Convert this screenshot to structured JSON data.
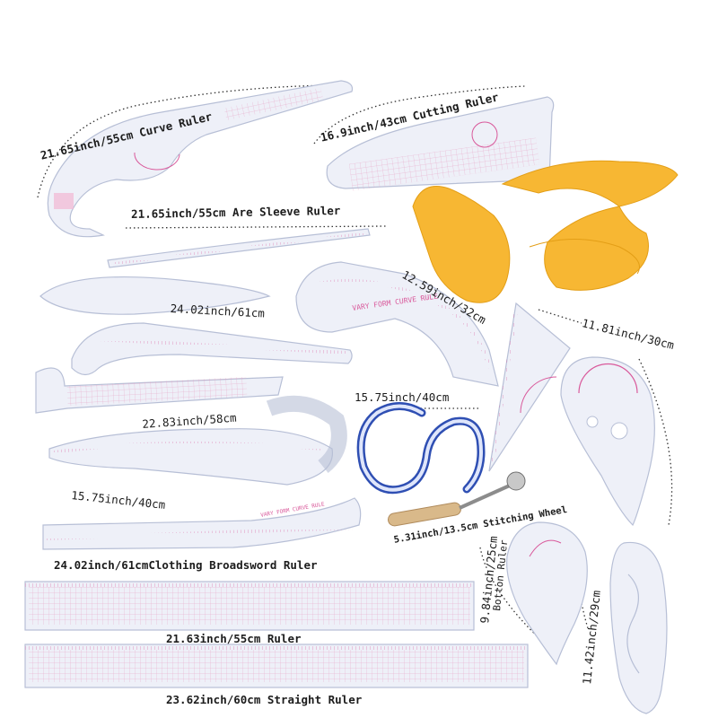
{
  "colors": {
    "background": "#ffffff",
    "ruler_fill": "#eef0f8",
    "ruler_edge": "#b7bfd6",
    "ruler_marks": "#d9599b",
    "french_curve": "#f7b733",
    "flex_curve_blue": "#2f4fb3",
    "dotted_guide": "#333333"
  },
  "labels": {
    "curve_ruler": "21.65inch/55cm  Curve Ruler",
    "cutting_ruler": "16.9inch/43cm Cutting Ruler",
    "sleeve_ruler": "21.65inch/55cm Are Sleeve Ruler",
    "vary_form_32": "12.59inch/32cm",
    "vary_form_61": "24.02inch/61cm",
    "triangle_30": "11.81inch/30cm",
    "l_ruler_58": "22.83inch/58cm",
    "flex_curve": "15.75inch/40cm",
    "curve_40": "15.75inch/40cm",
    "stitching_wheel": "5.31inch/13.5cm Stitching Wheel",
    "broadsword": "24.02inch/61cmClothing Broadsword Ruler",
    "bottom_ruler": "9.84inch/25cm",
    "bottom_ruler_name": "Botton Ruler",
    "drop_29": "11.42inch/29cm",
    "ruler_55": "21.63inch/55cm Ruler",
    "straight_60": "23.62inch/60cm Straight Ruler"
  },
  "ruler_prints": {
    "vary_form_curve_rule": "VARY FORM CURVE RULE",
    "vary_form_curve_rule_small": "VARY FORM CURVE RULE"
  }
}
